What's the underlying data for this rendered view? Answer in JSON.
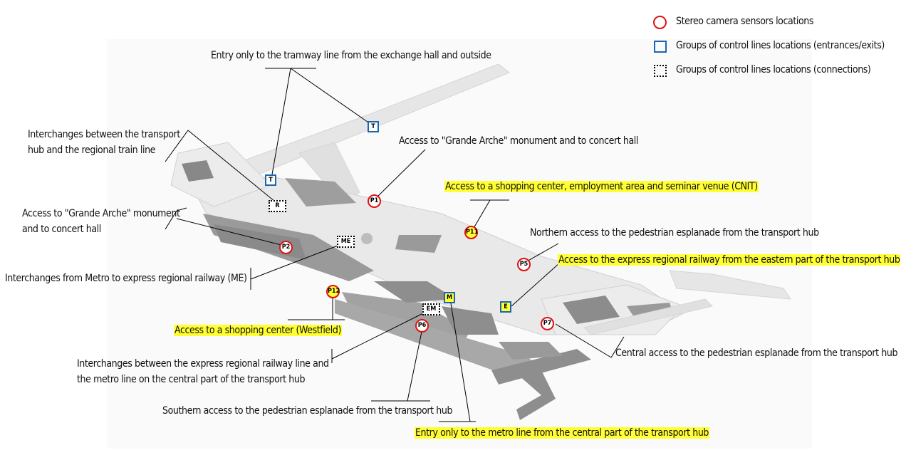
{
  "legend": {
    "camera": "Stereo camera sensors locations",
    "entrances": "Groups of control lines locations (entrances/exits)",
    "connections": "Groups of control lines locations (connections)"
  },
  "annotations": {
    "tram_entry": "Entry only to the tramway line from the exchange hall and outside",
    "interchange_train_1": "Interchanges between the transport",
    "interchange_train_2": "hub and the regional train line",
    "arche_top": "Access to \"Grande Arche\" monument and to concert hall",
    "cnit": "Access to a shopping center, employment area and seminar venue (CNIT)",
    "arche_left_1": "Access to \"Grande Arche\" monument",
    "arche_left_2": "and to concert hall",
    "northern": "Northern access to the pedestrian esplanade from the transport hub",
    "express_east": "Access to the express regional railway from the eastern part of the transport hub",
    "me": "Interchanges from Metro to express regional railway (ME)",
    "westfield": "Access to a shopping center (Westfield)",
    "central": "Central access to the pedestrian esplanade from the transport hub",
    "em_1": "Interchanges between the express regional railway line and",
    "em_2": "the metro line on the central part of the transport hub",
    "southern": "Southern access to the pedestrian esplanade from the transport hub",
    "metro_entry": "Entry only to the metro line from the central part of the transport hub"
  },
  "markers": {
    "T1": "T",
    "T2": "T",
    "R": "R",
    "ME": "ME",
    "EM": "EM",
    "M": "M",
    "E": "E",
    "P1": "P1",
    "P2": "P2",
    "P5": "P5",
    "P6": "P6",
    "P7": "P7",
    "P11": "P11",
    "P12": "P12"
  },
  "colors": {
    "camera": "#e01010",
    "entrance": "#1a66b0",
    "highlight": "#ffff33",
    "building_dark": "#9a9a9a",
    "building_light": "#e9e9e9"
  }
}
